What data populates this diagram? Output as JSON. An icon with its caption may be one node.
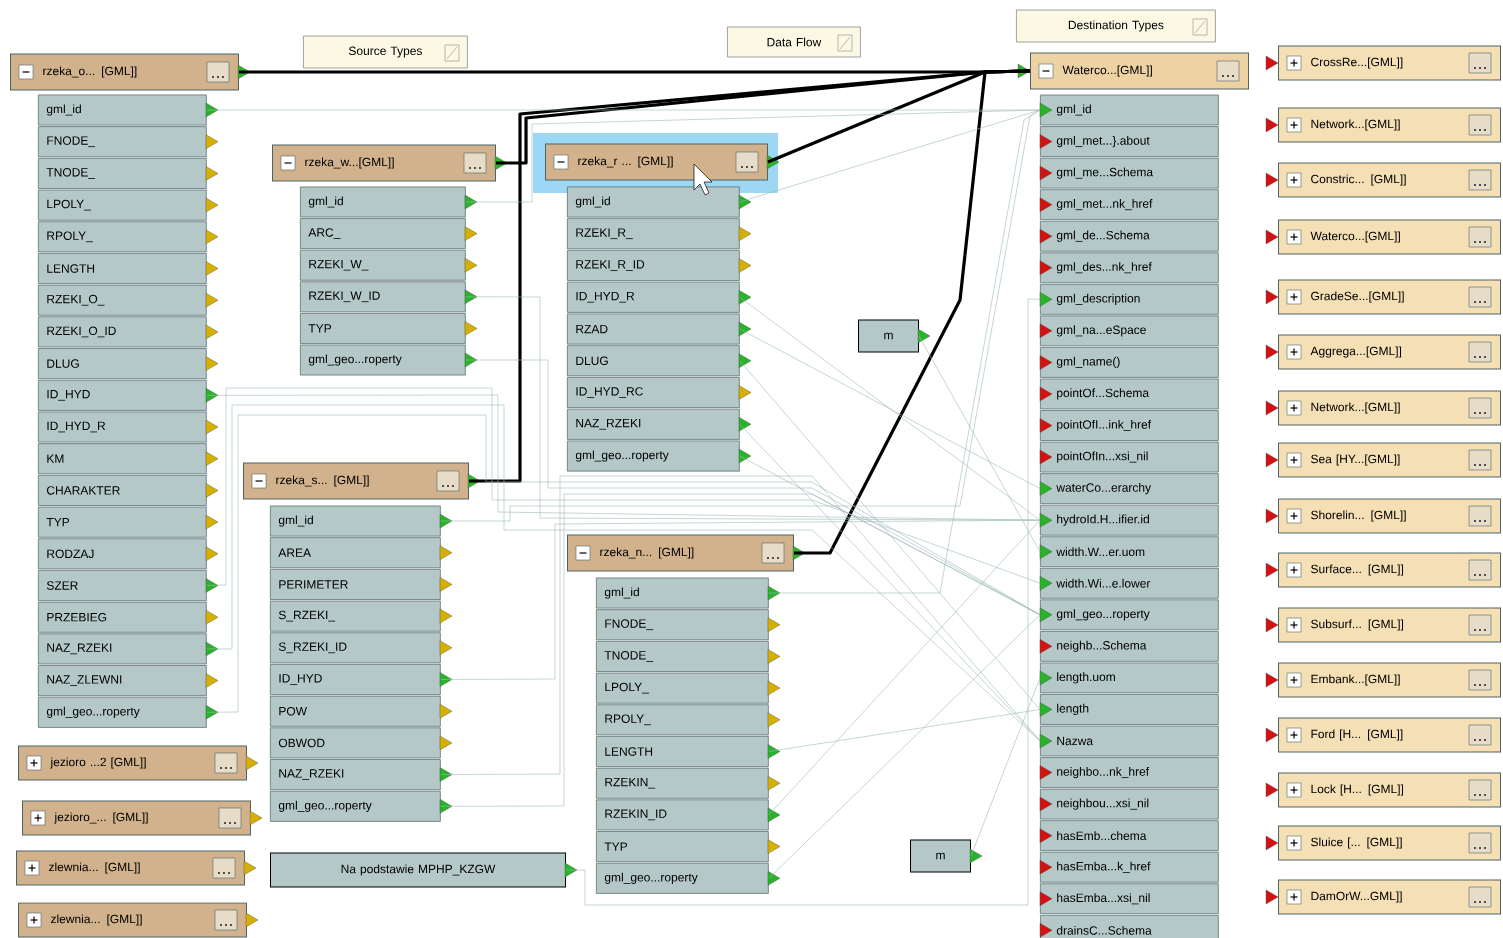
{
  "diagram": {
    "nodes": [
      {
        "text": [
          "Source Types"
        ]
      },
      {
        "text": [
          "Data Flow"
        ]
      },
      {
        "text": [
          "Destination Types"
        ]
      },
      {
        "text": [
          "rzeka_o... [GML]]"
        ]
      },
      {
        "text": [
          "gml_id"
        ]
      },
      {
        "text": [
          "FNODE_"
        ]
      },
      {
        "text": [
          "TNODE_"
        ]
      },
      {
        "text": [
          "LPOLY_"
        ]
      },
      {
        "text": [
          "RPOLY_"
        ]
      },
      {
        "text": [
          "LENGTH"
        ]
      },
      {
        "text": [
          "RZEKI_O_"
        ]
      },
      {
        "text": [
          "RZEKI_O_ID"
        ]
      },
      {
        "text": [
          "DLUG"
        ]
      },
      {
        "text": [
          "ID_HYD"
        ]
      },
      {
        "text": [
          "ID_HYD_R"
        ]
      },
      {
        "text": [
          "KM"
        ]
      },
      {
        "text": [
          "CHARAKTER"
        ]
      },
      {
        "text": [
          "TYP"
        ]
      },
      {
        "text": [
          "RODZAJ"
        ]
      },
      {
        "text": [
          "SZER"
        ]
      },
      {
        "text": [
          "PRZEBIEG"
        ]
      },
      {
        "text": [
          "NAZ_RZEKI"
        ]
      },
      {
        "text": [
          "NAZ_ZLEWNI"
        ]
      },
      {
        "text": [
          "gml_geo...roperty"
        ]
      },
      {
        "text": [
          "rzeka_w...[GML]]"
        ]
      },
      {
        "text": [
          "gml_id"
        ]
      },
      {
        "text": [
          "ARC_"
        ]
      },
      {
        "text": [
          "RZEKI_W_"
        ]
      },
      {
        "text": [
          "RZEKI_W_ID"
        ]
      },
      {
        "text": [
          "TYP"
        ]
      },
      {
        "text": [
          "gml_geo...roperty"
        ]
      },
      {
        "text": [
          "rzeka_r ... [GML]]"
        ]
      },
      {
        "text": [
          "gml_id"
        ]
      },
      {
        "text": [
          "RZEKI_R_"
        ]
      },
      {
        "text": [
          "RZEKI_R_ID"
        ]
      },
      {
        "text": [
          "ID_HYD_R"
        ]
      },
      {
        "text": [
          "RZAD"
        ]
      },
      {
        "text": [
          "DLUG"
        ]
      },
      {
        "text": [
          "ID_HYD_RC"
        ]
      },
      {
        "text": [
          "NAZ_RZEKI"
        ]
      },
      {
        "text": [
          "gml_geo...roperty"
        ]
      },
      {
        "text": [
          "rzeka_s... [GML]]"
        ]
      },
      {
        "text": [
          "gml_id"
        ]
      },
      {
        "text": [
          "AREA"
        ]
      },
      {
        "text": [
          "PERIMETER"
        ]
      },
      {
        "text": [
          "S_RZEKI_"
        ]
      },
      {
        "text": [
          "S_RZEKI_ID"
        ]
      },
      {
        "text": [
          "ID_HYD"
        ]
      },
      {
        "text": [
          "POW"
        ]
      },
      {
        "text": [
          "OBWOD"
        ]
      },
      {
        "text": [
          "NAZ_RZEKI"
        ]
      },
      {
        "text": [
          "gml_geo...roperty"
        ]
      },
      {
        "text": [
          "rzeka_n... [GML]]"
        ]
      },
      {
        "text": [
          "gml_id"
        ]
      },
      {
        "text": [
          "FNODE_"
        ]
      },
      {
        "text": [
          "TNODE_"
        ]
      },
      {
        "text": [
          "LPOLY_"
        ]
      },
      {
        "text": [
          "RPOLY_"
        ]
      },
      {
        "text": [
          "LENGTH"
        ]
      },
      {
        "text": [
          "RZEKIN_"
        ]
      },
      {
        "text": [
          "RZEKIN_ID"
        ]
      },
      {
        "text": [
          "TYP"
        ]
      },
      {
        "text": [
          "gml_geo...roperty"
        ]
      },
      {
        "text": [
          "jezioro ...2 [GML]]"
        ]
      },
      {
        "text": [
          "jezioro_... [GML]]"
        ]
      },
      {
        "text": [
          "zlewnia... [GML]]"
        ]
      },
      {
        "text": [
          "zlewnia... [GML]]"
        ]
      },
      {
        "text": [
          "Na podstawie MPHP_KZGW"
        ]
      },
      {
        "text": [
          "m"
        ]
      },
      {
        "text": [
          "m"
        ]
      },
      {
        "text": [
          "Waterco...[GML]]"
        ]
      },
      {
        "text": [
          "gml_id"
        ]
      },
      {
        "text": [
          "gml_met...}.about"
        ]
      },
      {
        "text": [
          "gml_me...Schema"
        ]
      },
      {
        "text": [
          "gml_met...nk_href"
        ]
      },
      {
        "text": [
          "gml_de...Schema"
        ]
      },
      {
        "text": [
          "gml_des...nk_href"
        ]
      },
      {
        "text": [
          "gml_description"
        ]
      },
      {
        "text": [
          "gml_na...eSpace"
        ]
      },
      {
        "text": [
          "gml_name()"
        ]
      },
      {
        "text": [
          "pointOf...Schema"
        ]
      },
      {
        "text": [
          "pointOfI...ink_href"
        ]
      },
      {
        "text": [
          "pointOfIn...xsi_nil"
        ]
      },
      {
        "text": [
          "waterCo...erarchy"
        ]
      },
      {
        "text": [
          "hydroId.H...ifier.id"
        ]
      },
      {
        "text": [
          "width.W...er.uom"
        ]
      },
      {
        "text": [
          "width.Wi...e.lower"
        ]
      },
      {
        "text": [
          "gml_geo...roperty"
        ]
      },
      {
        "text": [
          "neighb...Schema"
        ]
      },
      {
        "text": [
          "length.uom"
        ]
      },
      {
        "text": [
          "length"
        ]
      },
      {
        "text": [
          "Nazwa"
        ]
      },
      {
        "text": [
          "neighbo...nk_href"
        ]
      },
      {
        "text": [
          "neighbou...xsi_nil"
        ]
      },
      {
        "text": [
          "hasEmb...chema"
        ]
      },
      {
        "text": [
          "hasEmba...k_href"
        ]
      },
      {
        "text": [
          "hasEmba...xsi_nil"
        ]
      },
      {
        "text": [
          "drainsC...Schema"
        ]
      },
      {
        "text": [
          "CrossRe...[GML]]"
        ]
      },
      {
        "text": [
          "Network...[GML]]"
        ]
      },
      {
        "text": [
          "Constric... [GML]]"
        ]
      },
      {
        "text": [
          "Waterco...[GML]]"
        ]
      },
      {
        "text": [
          "GradeSe...[GML]]"
        ]
      },
      {
        "text": [
          "Aggrega...[GML]]"
        ]
      },
      {
        "text": [
          "Network...[GML]]"
        ]
      },
      {
        "text": [
          "Sea [HY...[GML]]"
        ]
      },
      {
        "text": [
          "Shorelin... [GML]]"
        ]
      },
      {
        "text": [
          "Surface... [GML]]"
        ]
      },
      {
        "text": [
          "Subsurf... [GML]]"
        ]
      },
      {
        "text": [
          "Embank...[GML]]"
        ]
      },
      {
        "text": [
          "Ford [H... [GML]]"
        ]
      },
      {
        "text": [
          "Lock [H... [GML]]"
        ]
      },
      {
        "text": [
          "Sluice [... [GML]]"
        ]
      },
      {
        "text": [
          "DamOrW...GML]]"
        ]
      }
    ],
    "edges": [
      {
        "from": 3,
        "to": 70,
        "arrow": "none",
        "style": "thick",
        "color": "#000000"
      },
      {
        "from": 24,
        "to": 70,
        "arrow": "none",
        "style": "thick",
        "color": "#000000"
      },
      {
        "from": 31,
        "to": 70,
        "arrow": "none",
        "style": "thick",
        "color": "#000000"
      },
      {
        "from": 41,
        "to": 70,
        "arrow": "none",
        "style": "thick",
        "color": "#000000"
      },
      {
        "from": 52,
        "to": 70,
        "arrow": "none",
        "style": "thick",
        "color": "#000000"
      },
      {
        "from": 4,
        "to": 71,
        "arrow": "none"
      },
      {
        "from": 25,
        "to": 71,
        "arrow": "none"
      },
      {
        "from": 32,
        "to": 71,
        "arrow": "none"
      },
      {
        "from": 42,
        "to": 71,
        "arrow": "none"
      },
      {
        "from": 53,
        "to": 71,
        "arrow": "none"
      },
      {
        "from": 13,
        "to": 84,
        "arrow": "none"
      },
      {
        "from": 28,
        "to": 84,
        "arrow": "none"
      },
      {
        "from": 35,
        "to": 84,
        "arrow": "none"
      },
      {
        "from": 47,
        "to": 84,
        "arrow": "none"
      },
      {
        "from": 60,
        "to": 84,
        "arrow": "none"
      },
      {
        "from": 21,
        "to": 91,
        "arrow": "none"
      },
      {
        "from": 39,
        "to": 91,
        "arrow": "none"
      },
      {
        "from": 50,
        "to": 91,
        "arrow": "none"
      },
      {
        "from": 23,
        "to": 87,
        "arrow": "none"
      },
      {
        "from": 30,
        "to": 87,
        "arrow": "none"
      },
      {
        "from": 40,
        "to": 87,
        "arrow": "none"
      },
      {
        "from": 51,
        "to": 87,
        "arrow": "none"
      },
      {
        "from": 62,
        "to": 87,
        "arrow": "none"
      },
      {
        "from": 36,
        "to": 83,
        "arrow": "none"
      },
      {
        "from": 37,
        "to": 90,
        "arrow": "none"
      },
      {
        "from": 58,
        "to": 90,
        "arrow": "none"
      },
      {
        "from": 19,
        "to": 86,
        "arrow": "none"
      },
      {
        "from": 67,
        "to": 77,
        "arrow": "none"
      },
      {
        "from": 68,
        "to": 85,
        "arrow": "none"
      },
      {
        "from": 69,
        "to": 89,
        "arrow": "none"
      }
    ]
  }
}
